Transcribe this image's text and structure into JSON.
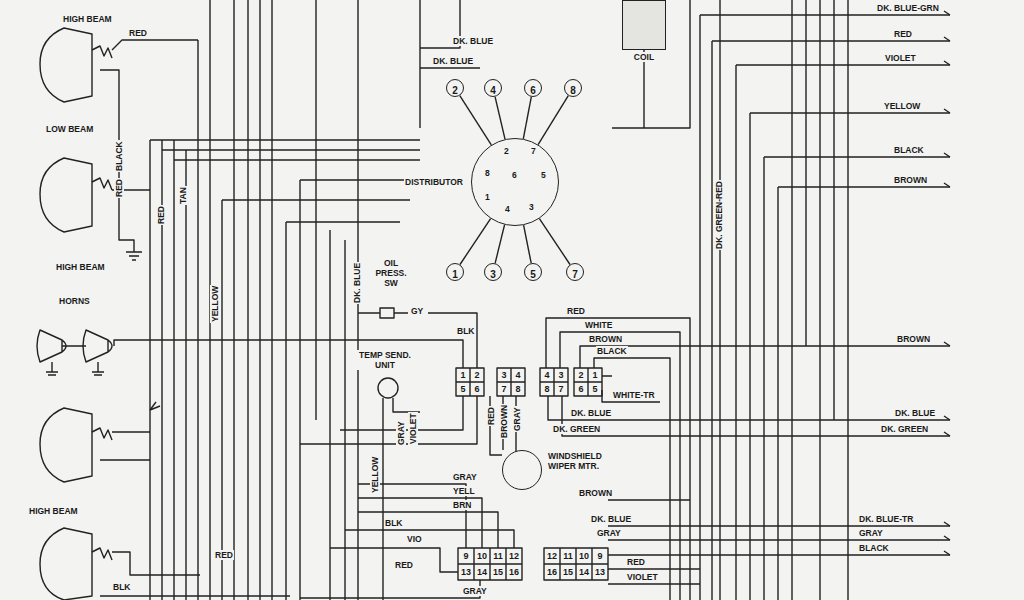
{
  "diagram": {
    "nodes": [
      {
        "text": [
          "COIL"
        ]
      },
      {
        "text": [
          "2"
        ]
      },
      {
        "text": [
          "4"
        ]
      },
      {
        "text": [
          "6"
        ]
      },
      {
        "text": [
          "8"
        ]
      },
      {
        "text": [
          "DISTRIBUTOR"
        ]
      },
      {
        "text": [
          "1"
        ]
      },
      {
        "text": [
          "3"
        ]
      },
      {
        "text": [
          "5"
        ]
      },
      {
        "text": [
          "7"
        ]
      },
      {
        "text": [
          "WINDSHIELD WIPER MTR."
        ]
      }
    ],
    "edges": [
      {
        "from": 1,
        "to": 5,
        "arrow": "none"
      },
      {
        "from": 2,
        "to": 5,
        "arrow": "none"
      },
      {
        "from": 3,
        "to": 5,
        "arrow": "none"
      },
      {
        "from": 4,
        "to": 5,
        "arrow": "none"
      },
      {
        "from": 6,
        "to": 5,
        "arrow": "none"
      },
      {
        "from": 7,
        "to": 5,
        "arrow": "none"
      },
      {
        "from": 8,
        "to": 5,
        "arrow": "none"
      },
      {
        "from": 9,
        "to": 5,
        "arrow": "none"
      }
    ],
    "labels": [
      "HIGH BEAM",
      "RED",
      "LOW BEAM",
      "BLACK",
      "RED",
      "HIGH BEAM",
      "HORNS",
      "HIGH BEAM",
      "RED",
      "BLK",
      "DK. BLUE",
      "DK. BLUE",
      "2",
      "7",
      "8",
      "6",
      "5",
      "1",
      "4",
      "3",
      "DK. BLUE-GRN",
      "RED",
      "VIOLET",
      "YELLOW",
      "BLACK",
      "BROWN",
      "DK. GREEN-RED",
      "RED",
      "TAN",
      "YELLOW",
      "DK. BLUE",
      "OIL PRESS. SW",
      "GY",
      "BLK",
      "TEMP SEND. UNIT",
      "1",
      "2",
      "5",
      "6",
      "3",
      "4",
      "7",
      "8",
      "4",
      "3",
      "8",
      "7",
      "2",
      "1",
      "6",
      "5",
      "RED",
      "WHITE",
      "BROWN",
      "BLACK",
      "WHITE-TR",
      "DK. BLUE",
      "DK. GREEN",
      "BROWN",
      "DK. BLUE",
      "DK. GREEN",
      "RED",
      "BROWN",
      "GRAY",
      "GRAY",
      "VIOLET",
      "YELLOW",
      "GRAY",
      "YELL",
      "BRN",
      "BLK",
      "VIO",
      "RED",
      "GRAY",
      "9",
      "10",
      "11",
      "12",
      "13",
      "14",
      "15",
      "16",
      "12",
      "11",
      "10",
      "9",
      "16",
      "15",
      "14",
      "13",
      "BROWN",
      "DK. BLUE",
      "GRAY",
      "RED",
      "VIOLET",
      "DK. BLUE-TR",
      "GRAY",
      "BLACK"
    ]
  }
}
